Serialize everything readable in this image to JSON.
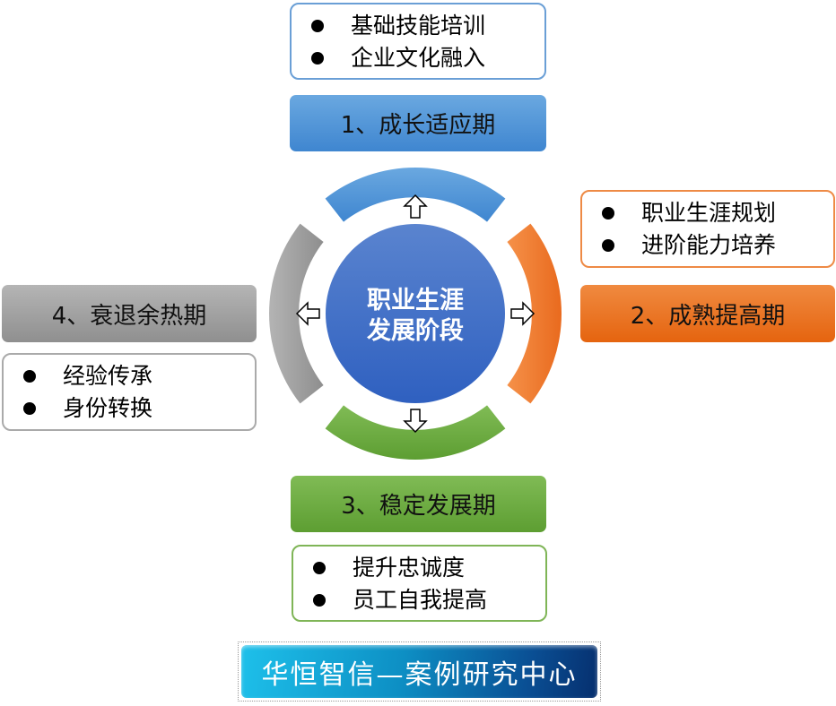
{
  "center": {
    "line1": "职业生涯",
    "line2": "发展阶段"
  },
  "stages": [
    {
      "label": "1、成长适应期",
      "bullets": [
        "基础技能培训",
        "企业文化融入"
      ],
      "color": "#4a8fd4"
    },
    {
      "label": "2、成熟提高期",
      "bullets": [
        "职业生涯规划",
        "进阶能力培养"
      ],
      "color": "#ee7322"
    },
    {
      "label": "3、稳定发展期",
      "bullets": [
        "提升忠诚度",
        "员工自我提高"
      ],
      "color": "#6aab3c"
    },
    {
      "label": "4、衰退余热期",
      "bullets": [
        "经验传承",
        "身份转换"
      ],
      "color": "#9a9a9a"
    }
  ],
  "banner": "华恒智信—案例研究中心"
}
